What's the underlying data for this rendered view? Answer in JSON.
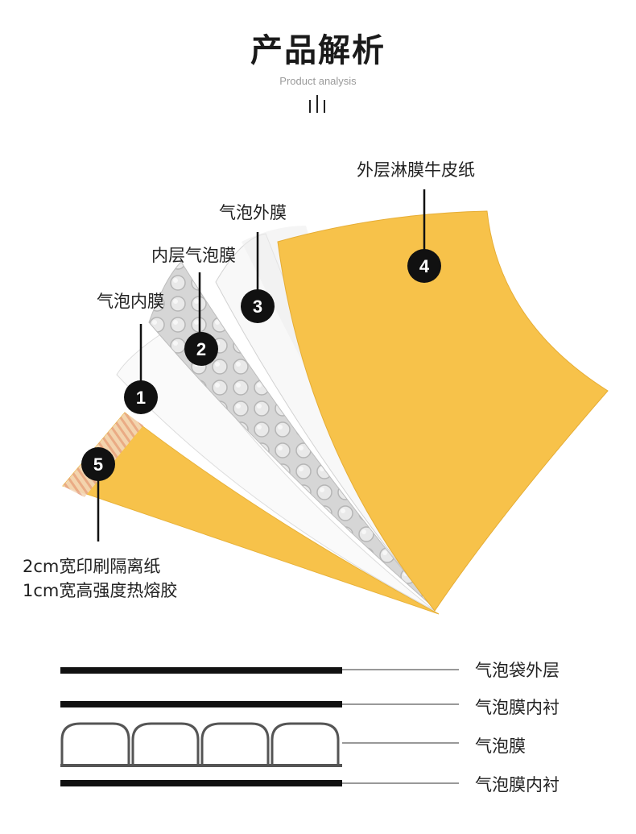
{
  "header": {
    "title": "产品解析",
    "subtitle": "Product analysis"
  },
  "illustration": {
    "layers": [
      {
        "number": "1",
        "label": "气泡内膜"
      },
      {
        "number": "2",
        "label": "内层气泡膜"
      },
      {
        "number": "3",
        "label": "气泡外膜"
      },
      {
        "number": "4",
        "label": "外层淋膜牛皮纸"
      },
      {
        "number": "5",
        "label": "2cm宽印刷隔离纸"
      }
    ],
    "note_line2": "1cm宽高强度热熔胶"
  },
  "cross_section": {
    "labels": [
      "气泡袋外层",
      "气泡膜内衬",
      "气泡膜",
      "气泡膜内衬"
    ]
  },
  "colors": {
    "kraft": "#f7c24a",
    "film": "#ffffff",
    "bubble": "#cfcfcf",
    "marker": "#111111"
  }
}
